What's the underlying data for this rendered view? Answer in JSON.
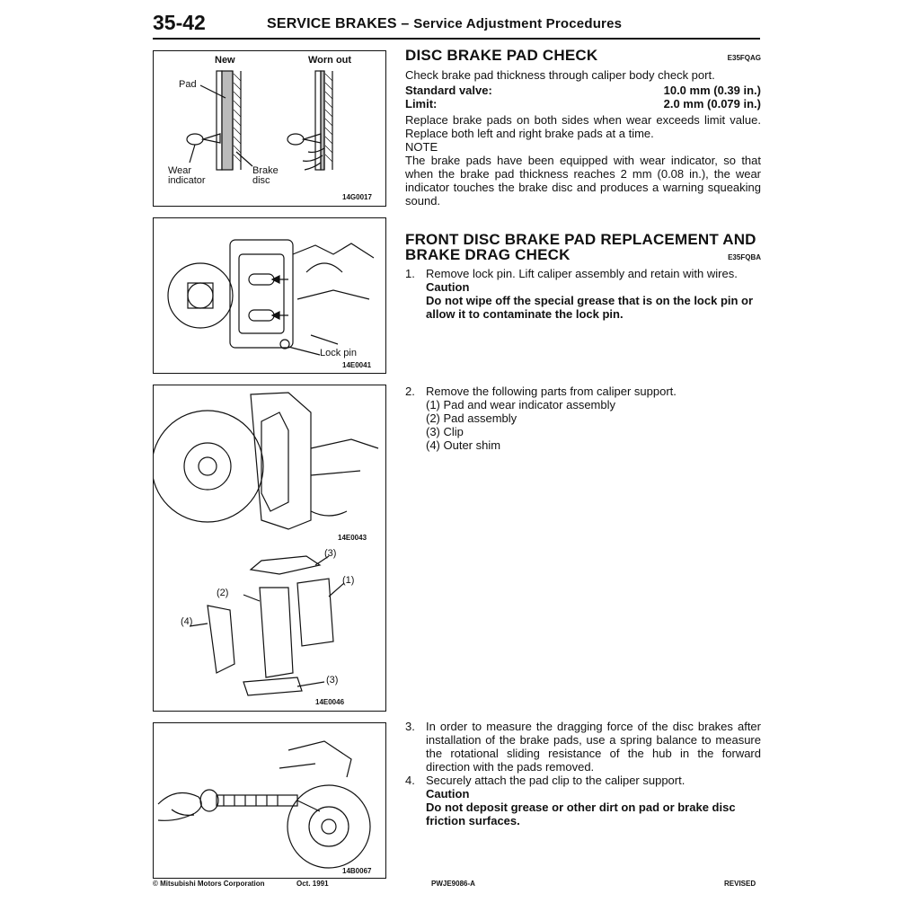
{
  "header": {
    "page_number": "35-42",
    "title": "SERVICE BRAKES",
    "dash": "–",
    "subtitle": "Service Adjustment Procedures"
  },
  "figures": {
    "fig1": {
      "id": "14G0017",
      "label_new": "New",
      "label_worn": "Worn out",
      "label_pad": "Pad",
      "label_wear1": "Wear",
      "label_wear2": "indicator",
      "label_brake1": "Brake",
      "label_brake2": "disc"
    },
    "fig2": {
      "id": "14E0041",
      "label_lock": "Lock pin"
    },
    "fig3": {
      "id": "14E0043",
      "id2": "14E0046",
      "c3a": "(3)",
      "c1": "(1)",
      "c2": "(2)",
      "c4": "(4)",
      "c3b": "(3)"
    },
    "fig4": {
      "id": "14B0067"
    }
  },
  "section1": {
    "title": "DISC BRAKE PAD CHECK",
    "code": "E35FQAG",
    "intro": "Check brake pad thickness through caliper body check port.",
    "standard_label": "Standard valve:",
    "standard_value": "10.0 mm (0.39 in.)",
    "limit_label": "Limit:",
    "limit_value": "2.0 mm (0.079 in.)",
    "replace_text": "Replace brake pads on both sides when wear exceeds limit value. Replace both left and right brake pads at a time.",
    "note_label": "NOTE",
    "note_text": "The brake pads have been equipped with wear indicator, so that when the brake pad thickness reaches 2 mm (0.08 in.), the wear indicator touches the brake disc and produces a warning squeaking sound."
  },
  "section2": {
    "title_line1": "FRONT DISC BRAKE PAD REPLACEMENT AND",
    "title_line2": "BRAKE DRAG CHECK",
    "code": "E35FQBA",
    "step1_num": "1.",
    "step1_text": "Remove lock pin. Lift caliper assembly and retain with wires.",
    "caution1_label": "Caution",
    "caution1_text": "Do not wipe off the special grease that is on the lock pin or allow it to contaminate the lock pin.",
    "step2_num": "2.",
    "step2_text": "Remove the following parts from caliper support.",
    "step2_items": [
      "(1) Pad and wear indicator assembly",
      "(2) Pad assembly",
      "(3) Clip",
      "(4) Outer shim"
    ],
    "step3_num": "3.",
    "step3_text": "In order to measure the dragging force of the disc brakes after installation of the brake pads, use a spring balance to measure the rotational sliding resistance of the hub in the forward direction with the pads removed.",
    "step4_num": "4.",
    "step4_text": "Securely attach the pad clip to the caliper support.",
    "caution2_label": "Caution",
    "caution2_text": "Do not deposit grease or other dirt on pad or brake disc friction surfaces."
  },
  "footer": {
    "copyright": "© Mitsubishi Motors Corporation",
    "date": "Oct. 1991",
    "doc_code": "PWJE9086-A",
    "status": "REVISED"
  }
}
